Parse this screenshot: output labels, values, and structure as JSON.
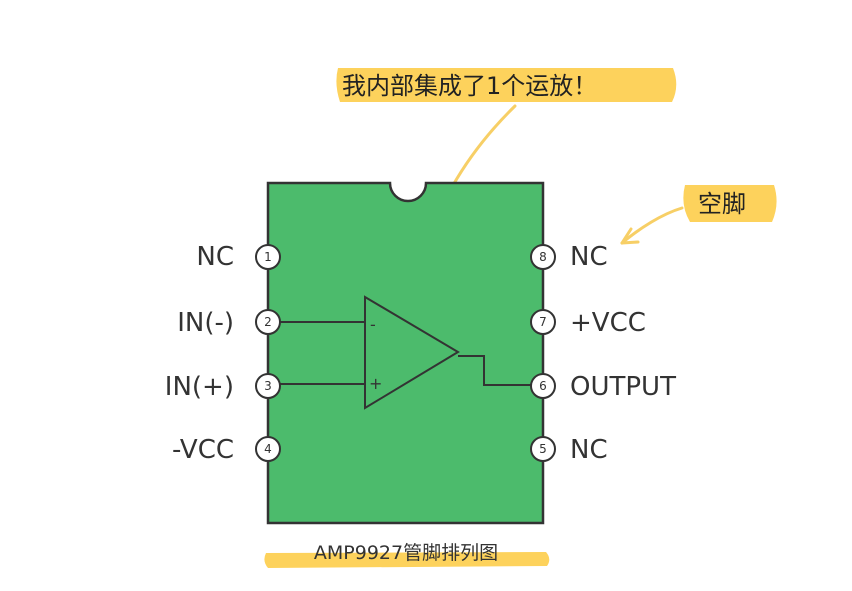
{
  "colors": {
    "chip_fill": "#4cbb6c",
    "chip_stroke": "#333333",
    "highlight": "#fdd25c",
    "arrow": "#f7cf66"
  },
  "callout_top": {
    "text": "我内部集成了1个运放！"
  },
  "callout_right": {
    "text": "空脚"
  },
  "caption": {
    "text": "AMP9927管脚排列图"
  },
  "opamp": {
    "minus": "-",
    "plus": "+"
  },
  "pins_left": [
    {
      "number": "1",
      "label": "NC"
    },
    {
      "number": "2",
      "label": "IN(-)"
    },
    {
      "number": "3",
      "label": "IN(+)"
    },
    {
      "number": "4",
      "label": "-VCC"
    }
  ],
  "pins_right": [
    {
      "number": "8",
      "label": "NC"
    },
    {
      "number": "7",
      "label": "+VCC"
    },
    {
      "number": "6",
      "label": "OUTPUT"
    },
    {
      "number": "5",
      "label": "NC"
    }
  ]
}
